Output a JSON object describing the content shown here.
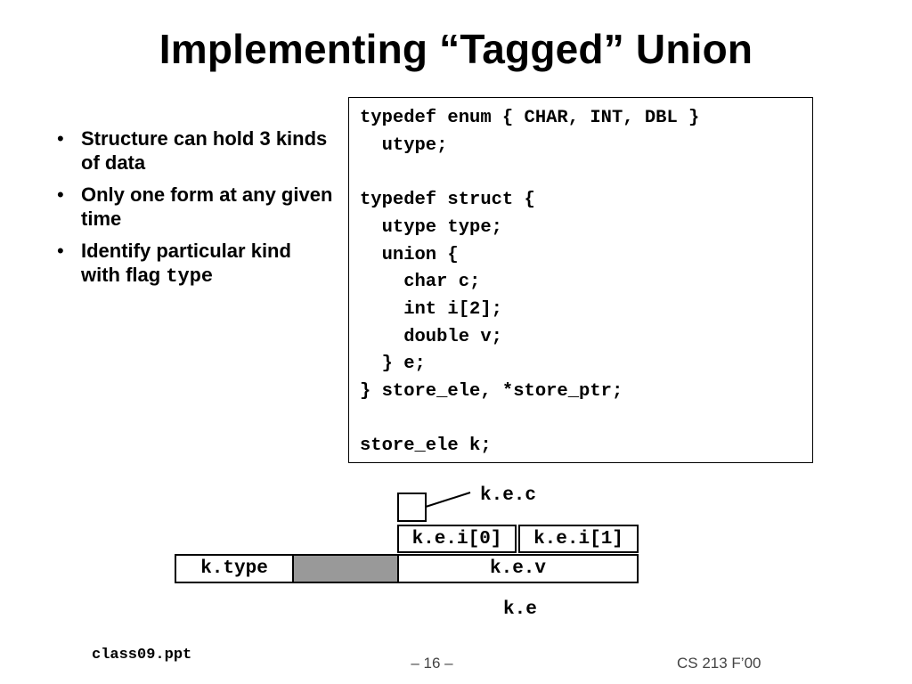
{
  "slide": {
    "title": "Implementing “Tagged” Union",
    "bullets": [
      {
        "text": "Structure can hold 3 kinds of data"
      },
      {
        "text": "Only one form at any given time"
      },
      {
        "text": "Identify particular kind with flag ",
        "code": "type"
      }
    ],
    "bullet_glyph": "•",
    "code": "typedef enum { CHAR, INT, DBL }\n  utype;\n\ntypedef struct {\n  utype type;\n  union {\n    char c;\n    int i[2];\n    double v;\n  } e;\n} store_ele, *store_ptr;\n\nstore_ele k;",
    "diagram": {
      "c_label": "k.e.c",
      "i0_label": "k.e.i[0]",
      "i1_label": "k.e.i[1]",
      "type_label": "k.type",
      "v_label": "k.e.v",
      "e_label": "k.e",
      "padding_color": "#999999"
    },
    "footer": {
      "file": "class09.ppt",
      "page": "– 16 –",
      "course": "CS 213 F’00"
    }
  }
}
